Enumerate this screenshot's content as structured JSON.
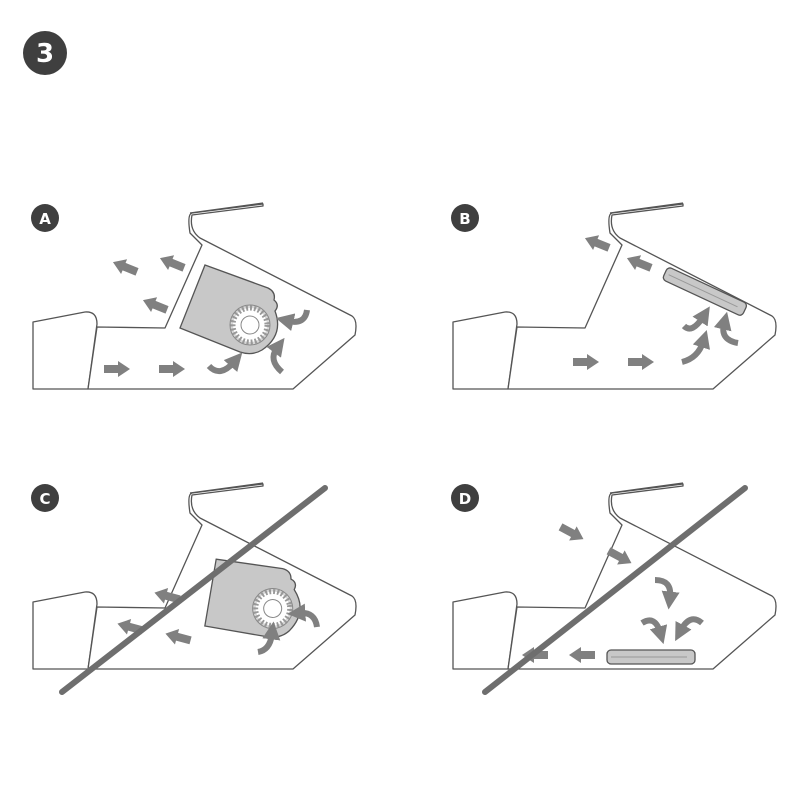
{
  "step": {
    "number": "3"
  },
  "panels": [
    {
      "label": "A",
      "state": "allowed"
    },
    {
      "label": "B",
      "state": "allowed"
    },
    {
      "label": "C",
      "state": "prohibited"
    },
    {
      "label": "D",
      "state": "prohibited"
    }
  ],
  "colors": {
    "badge": "#3f3f3f",
    "arrow": "#808080",
    "outline": "#555555",
    "part": "#c8c8c8"
  }
}
